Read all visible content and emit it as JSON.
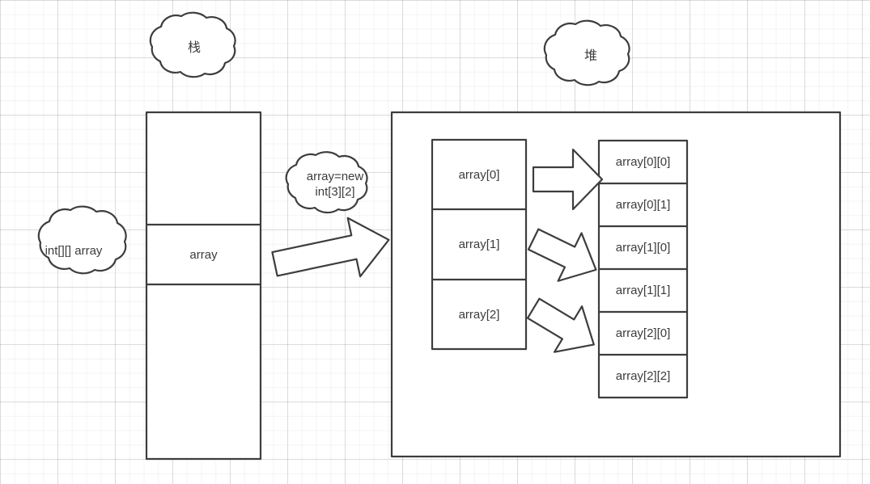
{
  "diagram": {
    "title": "Java two-dimensional array memory layout",
    "colors": {
      "stroke": "#3d3d3d",
      "text": "#3c3c3c",
      "fill": "#ffffff",
      "grid_minor": "#f0f0f0",
      "grid_major": "#e4e4e4"
    }
  },
  "clouds": {
    "declaration": {
      "label": "int[][] array"
    },
    "stack": {
      "label": "栈"
    },
    "heap": {
      "label": "堆"
    },
    "allocation": {
      "label": "array=new\nint[3][2]"
    }
  },
  "stack_region": {
    "name": "stack-frame",
    "cells": [
      {
        "label": ""
      },
      {
        "label": "array"
      },
      {
        "label": ""
      }
    ]
  },
  "heap_region": {
    "name": "heap-region",
    "reference_array": {
      "name": "outer-array",
      "cells": [
        {
          "label": "array[0]"
        },
        {
          "label": "array[1]"
        },
        {
          "label": "array[2]"
        }
      ]
    },
    "element_array": {
      "name": "inner-elements",
      "cells": [
        {
          "label": "array[0][0]"
        },
        {
          "label": "array[0][1]"
        },
        {
          "label": "array[1][0]"
        },
        {
          "label": "array[1][1]"
        },
        {
          "label": "array[2][0]"
        },
        {
          "label": "array[2][2]"
        }
      ]
    }
  },
  "arrows": [
    {
      "name": "arrow-stack-to-heap",
      "from": "array",
      "to": "heap"
    },
    {
      "name": "arrow-array0-to-elements",
      "from": "array[0]",
      "to": "array[0][0]"
    },
    {
      "name": "arrow-array1-to-elements",
      "from": "array[1]",
      "to": "array[1][0]"
    },
    {
      "name": "arrow-array2-to-elements",
      "from": "array[2]",
      "to": "array[2][0]"
    }
  ]
}
